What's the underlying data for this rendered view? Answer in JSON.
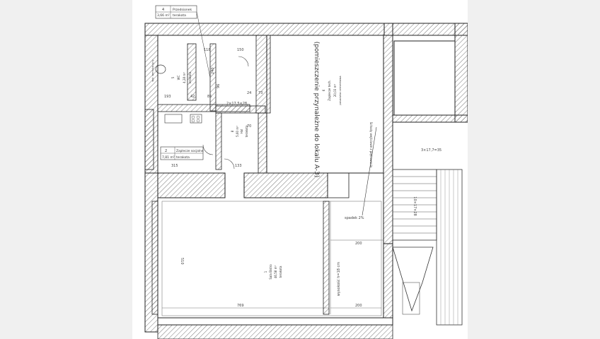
{
  "rooms": {
    "r4": {
      "num": "4",
      "name": "Przedsionek",
      "area": "3,66 m²",
      "floor": "terakota"
    },
    "r2": {
      "num": "2",
      "name": "Zaplecze socjalne",
      "area": "7,81 m²",
      "floor": "terakota"
    },
    "r1": {
      "num": "1",
      "name": "Sala Bistro",
      "area": "46,58 m²",
      "floor": "terakota"
    },
    "r5": {
      "num": "5",
      "name": "WC",
      "area": "4,28 m²",
      "floor": "terakota"
    },
    "r6": {
      "num": "6",
      "name": "Zaplecze tech.",
      "area": "20,03 m²",
      "floor": "posadzka cementowa"
    },
    "r8": {
      "num": "8",
      "name": "Hol",
      "area": "5,60 m²",
      "floor": "terakota"
    }
  },
  "annotations": {
    "adjacent_room": "(pomieszczenie przynależne do lokalu A-3)",
    "stairs_label": "Schody wejściowe z piętrowania",
    "stairs_dim": "3×17,7=35",
    "stairs_dim2": "10×17×28",
    "slope": "spadek 2%",
    "elevation": "wysokość h=18 cm",
    "misc": "wył. wentylacyjny"
  },
  "dims": [
    "118",
    "150",
    "240",
    "96",
    "193",
    "42",
    "85",
    "73",
    "24",
    "70",
    "2×17,5×28",
    "315",
    "133",
    "200",
    "200",
    "769",
    "510"
  ]
}
